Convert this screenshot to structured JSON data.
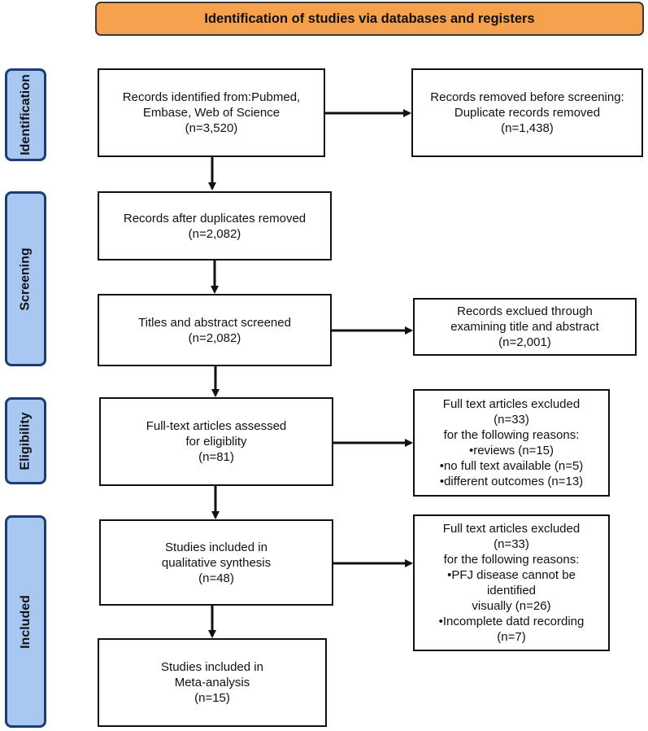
{
  "header": {
    "title": "Identification of studies via databases and registers"
  },
  "stages": [
    {
      "label": "Identification"
    },
    {
      "label": "Screening"
    },
    {
      "label": "Eligibility"
    },
    {
      "label": "Included"
    }
  ],
  "boxes": {
    "records_identified": {
      "lines": [
        "Records identified from:Pubmed,",
        "Embase, Web of Science",
        "(n=3,520)"
      ]
    },
    "records_removed": {
      "lines": [
        "Records removed before screening:",
        "Duplicate records removed",
        "(n=1,438)"
      ]
    },
    "after_duplicates": {
      "lines": [
        "Records after duplicates removed",
        "(n=2,082)"
      ]
    },
    "titles_screened": {
      "lines": [
        "Titles and abstract screened",
        "(n=2,082)"
      ]
    },
    "records_excluded": {
      "lines": [
        "Records exclued through",
        "examining title and abstract",
        "(n=2,001)"
      ]
    },
    "fulltext_assessed": {
      "lines": [
        "Full-text articles assessed",
        "for eligiblity",
        "(n=81)"
      ]
    },
    "fulltext_excluded_1": {
      "lines": [
        "Full text articles excluded",
        "(n=33)",
        "for the following reasons:"
      ],
      "reasons": [
        "•reviews (n=15)",
        "•no full text available (n=5)",
        "•different outcomes (n=13)"
      ]
    },
    "qualitative": {
      "lines": [
        "Studies included in",
        "qualitative synthesis",
        "(n=48)"
      ]
    },
    "fulltext_excluded_2": {
      "lines": [
        "Full text articles excluded",
        "(n=33)",
        "for the following reasons:"
      ],
      "reasons": [
        "•PFJ disease cannot be",
        "identified",
        "visually (n=26)",
        "•Incomplete datd recording",
        "(n=7)"
      ]
    },
    "meta_analysis": {
      "lines": [
        "Studies included in",
        "Meta-analysis",
        "(n=15)"
      ]
    }
  },
  "colors": {
    "header_fill": "#f6a14e",
    "stage_fill": "#a8c8f2",
    "stage_border": "#1c3c72",
    "box_border": "#111111"
  }
}
